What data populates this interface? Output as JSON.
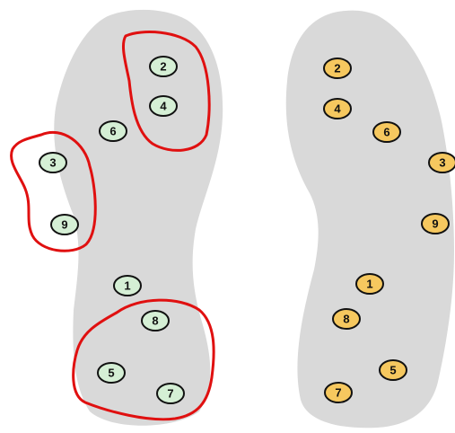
{
  "colors": {
    "background": "#ffffff",
    "footprint": "#d9d9d9",
    "left_sensor_fill": "#d5efd5",
    "right_sensor_fill": "#f6c85f",
    "sensor_stroke": "#111111",
    "group_outline": "#e01010"
  },
  "left_foot": {
    "sensors": [
      {
        "label": "2"
      },
      {
        "label": "4"
      },
      {
        "label": "6"
      },
      {
        "label": "3"
      },
      {
        "label": "9"
      },
      {
        "label": "1"
      },
      {
        "label": "8"
      },
      {
        "label": "5"
      },
      {
        "label": "7"
      }
    ],
    "groups": [
      {
        "members": [
          "2",
          "4"
        ]
      },
      {
        "members": [
          "3",
          "9"
        ]
      },
      {
        "members": [
          "8",
          "5",
          "7"
        ]
      }
    ]
  },
  "right_foot": {
    "sensors": [
      {
        "label": "2"
      },
      {
        "label": "4"
      },
      {
        "label": "6"
      },
      {
        "label": "3"
      },
      {
        "label": "9"
      },
      {
        "label": "1"
      },
      {
        "label": "8"
      },
      {
        "label": "5"
      },
      {
        "label": "7"
      }
    ]
  }
}
